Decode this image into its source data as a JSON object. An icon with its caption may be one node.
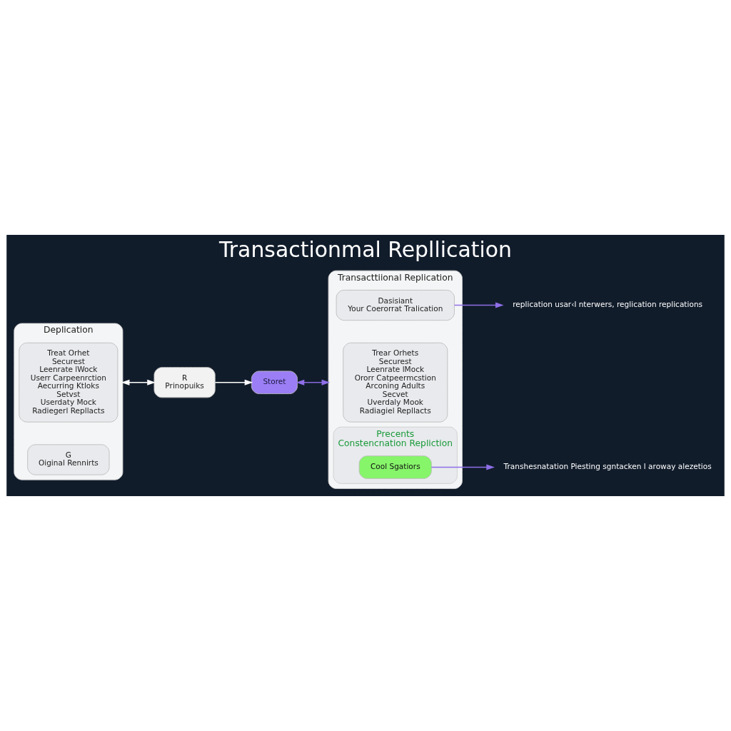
{
  "diagram": {
    "title": "Transactionmal Repllication",
    "nodes": [
      {
        "text": [
          "Deplication"
        ]
      },
      {
        "text": [
          "Treat Orhet",
          "Securest",
          "Leenrate lWock",
          "Userr Carpeenrction",
          "Aecurring Ktloks",
          "Setvst",
          "Userdaty Mock",
          "Radiegerl Repllacts"
        ],
        "in": 0
      },
      {
        "text": [
          "G",
          "Oiginal Rennirts"
        ],
        "in": 0
      },
      {
        "text": [
          "R",
          "Prinopuiks"
        ]
      },
      {
        "text": [
          "Storet"
        ]
      },
      {
        "text": [
          "Transacttiional Replication"
        ]
      },
      {
        "text": [
          "Trear Orhets",
          "Securest",
          "Leenrate lMock",
          "Ororr Catpeermcstion",
          "Arconing Adults",
          "Secvet",
          "Uverdaly Mook",
          "Radiagiel Repllacts"
        ],
        "in": 5
      },
      {
        "text": [
          "Dasisiant",
          "Your Coerorrat Tralication"
        ],
        "in": 5
      },
      {
        "text": [
          "Precents",
          "Constencnation Repliction"
        ],
        "in": 5
      },
      {
        "text": [
          "Cool Sgatiors"
        ],
        "in": 8
      },
      {
        "text": [
          "replication usar‹l nterwers, reglication replications"
        ]
      },
      {
        "text": [
          "Transhesnatation Piesting sgntacken l aroway alezetios"
        ]
      }
    ],
    "edges": [
      {
        "from": 0,
        "to": 3,
        "arrow": "both",
        "color": "#ffffff"
      },
      {
        "from": 3,
        "to": 4,
        "arrow": "to",
        "color": "#ffffff"
      },
      {
        "from": 4,
        "to": 5,
        "arrow": "both"
      },
      {
        "from": 7,
        "to": 10,
        "arrow": "to"
      },
      {
        "from": 9,
        "to": 11,
        "arrow": "to"
      }
    ]
  }
}
